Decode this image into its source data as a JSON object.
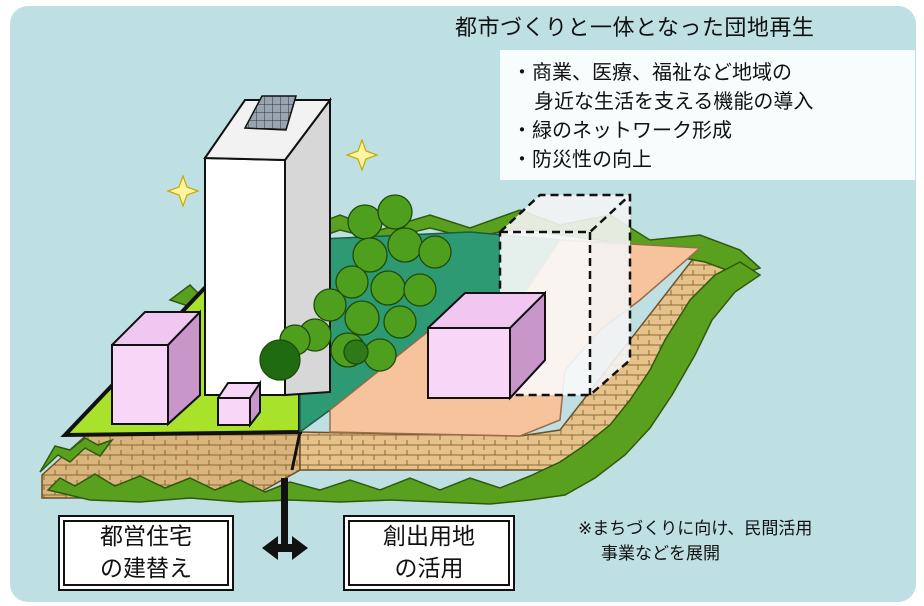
{
  "title": "都市づくりと一体となった団地再生",
  "bullets": [
    "・商業、医療、福祉など地域の",
    "身近な生活を支える機能の導入",
    "・緑のネットワーク形成",
    "・防災性の向上"
  ],
  "labels": {
    "rebuild_line1": "都営住宅",
    "rebuild_line2": "の建替え",
    "land_line1": "創出用地",
    "land_line2": "の活用"
  },
  "note": {
    "line1": "※まちづくりに向け、民間活用",
    "line2": "事業などを展開"
  },
  "colors": {
    "background": "#bfe0e3",
    "lawn": "#a8e22a",
    "teal_ground": "#2e9a73",
    "peach_ground": "#f6c39c",
    "pink_building": "#f1c6f1",
    "tree_green": "#4f9f1e",
    "hedge_green": "#4a8c1a",
    "soil": "#d9b47c"
  },
  "icons": [
    "sparkle-icon",
    "solar-panel-icon",
    "double-arrow-icon"
  ]
}
